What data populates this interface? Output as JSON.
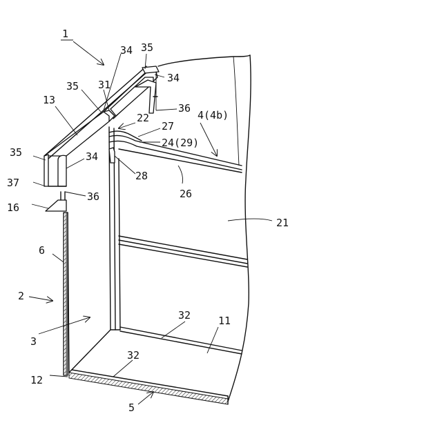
{
  "figure": {
    "labels": {
      "l1": "1",
      "l2": "2",
      "l3": "3",
      "l4": "4(4b)",
      "l5": "5",
      "l6": "6",
      "l11": "11",
      "l12": "12",
      "l13": "13",
      "l16": "16",
      "l21": "21",
      "l22": "22",
      "l24": "24(29)",
      "l26": "26",
      "l27": "27",
      "l28": "28",
      "l31": "31",
      "l32a": "32",
      "l32b": "32",
      "l34a": "34",
      "l34b": "34",
      "l34c": "34",
      "l35a": "35",
      "l35b": "35",
      "l35c": "35",
      "l36a": "36",
      "l36b": "36",
      "l37": "37"
    },
    "colors": {
      "ink": "#111111",
      "paper": "#ffffff"
    }
  }
}
